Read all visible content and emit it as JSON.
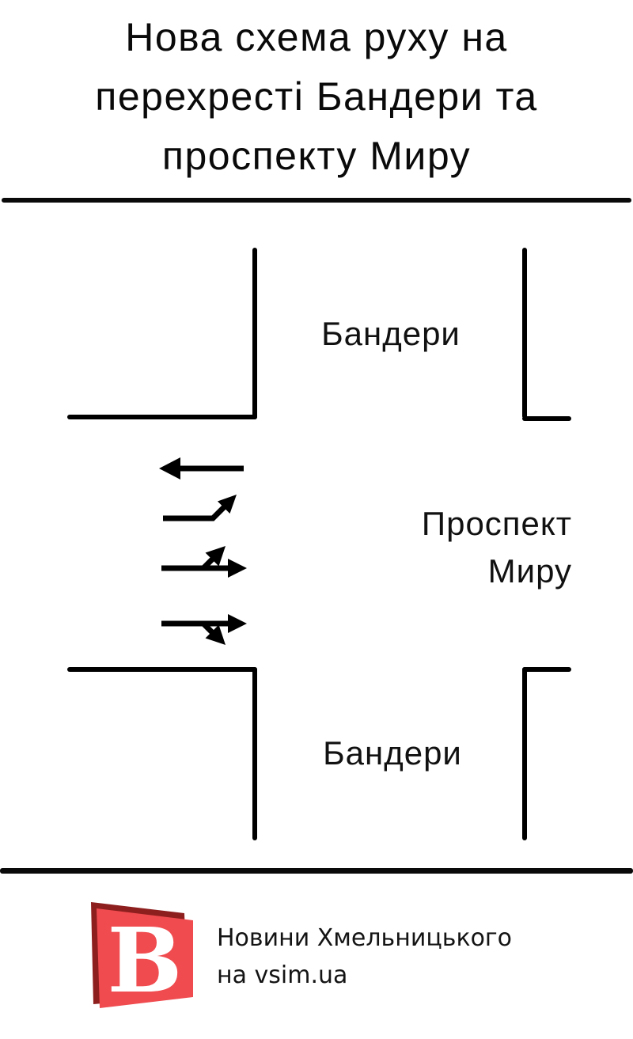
{
  "title": "Нова схема руху на\nперехресті Бандери та\nпроспекту Миру",
  "colors": {
    "line": "#000000",
    "text": "#0a0a0a",
    "logo_front_red": "#f04b4f",
    "logo_back_dark_red": "#8e1f1f",
    "logo_letter_color": "#ffffff",
    "background": "#ffffff"
  },
  "diagram": {
    "street_top_label": "Бандери",
    "street_bottom_label": "Бандери",
    "street_right_label": "Проспект\nМиру",
    "arrows": [
      {
        "name": "arrow-left-icon",
        "direction": "left"
      },
      {
        "name": "arrow-turn-up-right-icon",
        "direction": "bend-up-right"
      },
      {
        "name": "arrow-straight-and-up-right-icon",
        "direction": "straight-or-up-right"
      },
      {
        "name": "arrow-straight-and-down-right-icon",
        "direction": "straight-or-down-right"
      }
    ]
  },
  "footer": {
    "logo_letter": "В",
    "caption": "Новини Хмельницького\nна vsim.ua"
  }
}
